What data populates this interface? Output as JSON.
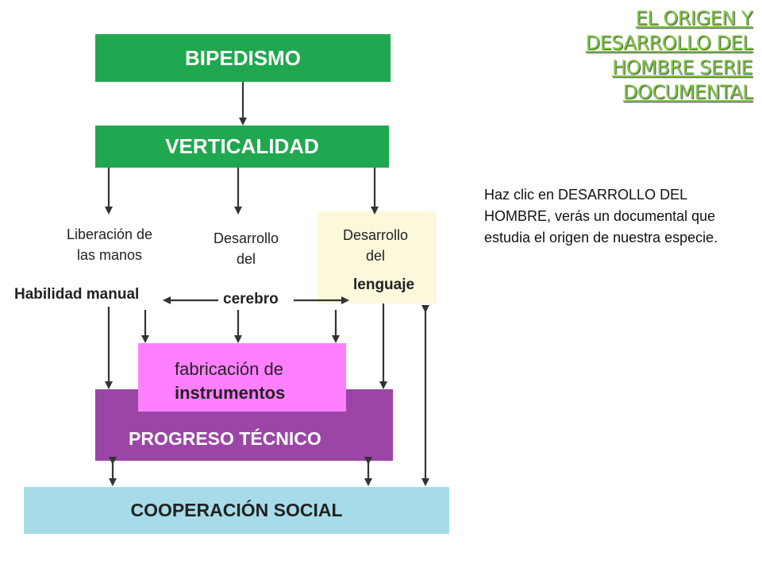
{
  "title_link": "EL ORIGEN Y DESARROLLO DEL HOMBRE SERIE DOCUMENTAL",
  "instructions": "Haz clic en DESARROLLO DEL HOMBRE, verás un documental que estudia el origen de nuestra especie.",
  "diagram": {
    "bipedismo": "BIPEDISMO",
    "verticalidad": "VERTICALIDAD",
    "liberacion_line1": "Liberación de",
    "liberacion_line2": "las manos",
    "desarrollo_cerebro_line1": "Desarrollo",
    "desarrollo_cerebro_line2": "del",
    "desarrollo_lenguaje_line1": "Desarrollo",
    "desarrollo_lenguaje_line2": "del",
    "habilidad_manual": "Habilidad manual",
    "cerebro": "cerebro",
    "lenguaje": "lenguaje",
    "fabricacion_line1": "fabricación de",
    "fabricacion_line2": "instrumentos",
    "progreso_tecnico": "PROGRESO TÉCNICO",
    "cooperacion_social": "COOPERACIÓN SOCIAL"
  },
  "colors": {
    "green": "#1fa84f",
    "pink": "#ff80ff",
    "purple": "#9b46a6",
    "light_blue": "#a6dce9",
    "title_green": "#7dc73f",
    "arrow": "#333333"
  }
}
